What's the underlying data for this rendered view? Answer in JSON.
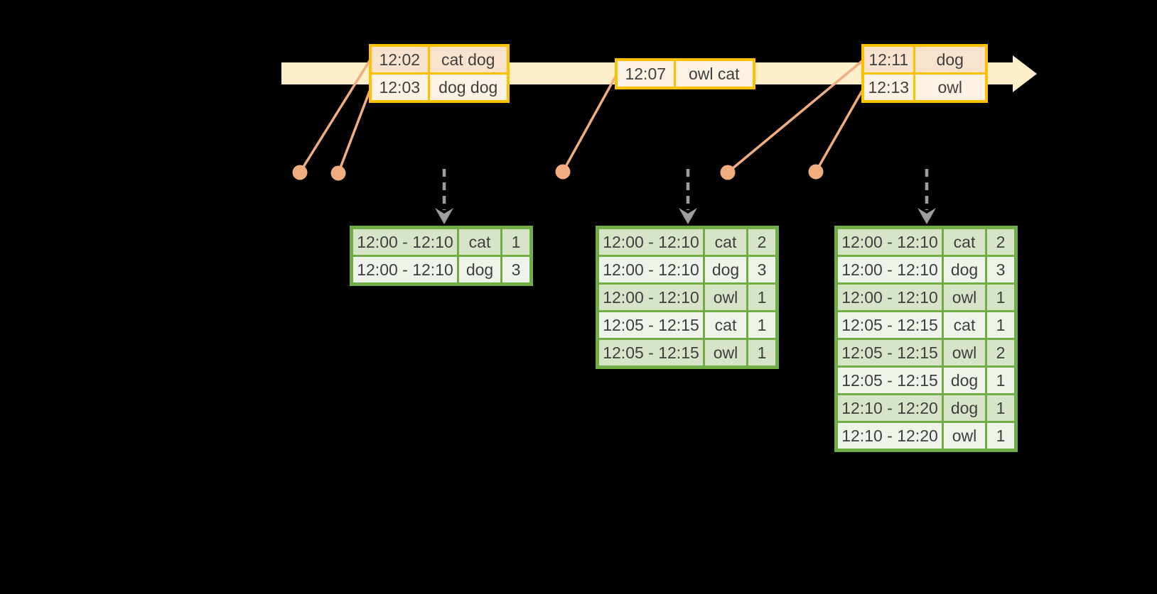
{
  "colors": {
    "background": "#000000",
    "timeline_band": "#FCEFC9",
    "orange_border": "#FFC000",
    "orange_row_dark": "#FAE3CD",
    "orange_row_light": "#FDF2E4",
    "connector_orange": "#F0AE80",
    "green_border": "#70AD47",
    "green_row_dark": "#D7E4C8",
    "green_row_light": "#EFF4EA",
    "arrow_gray": "#9E9E9E",
    "text": "#3F3F3F"
  },
  "input_tables": [
    {
      "id": "events-1",
      "rows": [
        {
          "time": "12:02",
          "words": "cat dog"
        },
        {
          "time": "12:03",
          "words": "dog dog"
        }
      ]
    },
    {
      "id": "events-2",
      "rows": [
        {
          "time": "12:07",
          "words": "owl cat"
        }
      ]
    },
    {
      "id": "events-3",
      "rows": [
        {
          "time": "12:11",
          "words": "dog"
        },
        {
          "time": "12:13",
          "words": "owl"
        }
      ]
    }
  ],
  "result_tables": [
    {
      "id": "result-1",
      "rows": [
        {
          "window": "12:00 - 12:10",
          "word": "cat",
          "count": 1
        },
        {
          "window": "12:00 - 12:10",
          "word": "dog",
          "count": 3
        }
      ]
    },
    {
      "id": "result-2",
      "rows": [
        {
          "window": "12:00 - 12:10",
          "word": "cat",
          "count": 2
        },
        {
          "window": "12:00 - 12:10",
          "word": "dog",
          "count": 3
        },
        {
          "window": "12:00 - 12:10",
          "word": "owl",
          "count": 1
        },
        {
          "window": "12:05 - 12:15",
          "word": "cat",
          "count": 1
        },
        {
          "window": "12:05 - 12:15",
          "word": "owl",
          "count": 1
        }
      ]
    },
    {
      "id": "result-3",
      "rows": [
        {
          "window": "12:00 - 12:10",
          "word": "cat",
          "count": 2
        },
        {
          "window": "12:00 - 12:10",
          "word": "dog",
          "count": 3
        },
        {
          "window": "12:00 - 12:10",
          "word": "owl",
          "count": 1
        },
        {
          "window": "12:05 - 12:15",
          "word": "cat",
          "count": 1
        },
        {
          "window": "12:05 - 12:15",
          "word": "owl",
          "count": 2
        },
        {
          "window": "12:05 - 12:15",
          "word": "dog",
          "count": 1
        },
        {
          "window": "12:10 - 12:20",
          "word": "dog",
          "count": 1
        },
        {
          "window": "12:10 - 12:20",
          "word": "owl",
          "count": 1
        }
      ]
    }
  ]
}
